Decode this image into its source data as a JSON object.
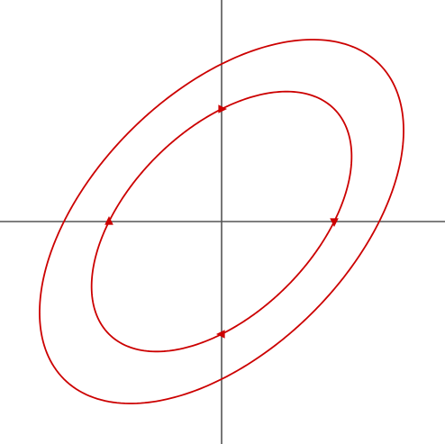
{
  "chart_data": {
    "type": "line",
    "title": "",
    "xlabel": "",
    "ylabel": "",
    "xlim": [
      -4,
      4
    ],
    "ylim": [
      -4,
      4
    ],
    "grid": false,
    "axes_color": "#555555",
    "series": [
      {
        "kind": "ellipse",
        "center": [
          0,
          0
        ],
        "x_intercepts": [
          -2.0,
          2.0
        ],
        "y_intercepts": [
          -2.0,
          2.0
        ],
        "quad_coeffs": [
          0.25,
          -0.25,
          0.25
        ],
        "orbit_direction": "clockwise",
        "arrows": [
          {
            "at": [
              0,
              2.0
            ],
            "heading": "right"
          },
          {
            "at": [
              2.0,
              0
            ],
            "heading": "down"
          },
          {
            "at": [
              0,
              -2.0
            ],
            "heading": "left"
          },
          {
            "at": [
              -2.0,
              0
            ],
            "heading": "up"
          }
        ],
        "color": "#cc0000"
      },
      {
        "kind": "ellipse",
        "center": [
          0,
          0
        ],
        "x_intercepts": [
          -2.8,
          2.8
        ],
        "y_intercepts": [
          -2.8,
          2.8
        ],
        "quad_coeffs": [
          0.1276,
          -0.1276,
          0.1276
        ],
        "orbit_direction": "clockwise",
        "arrows": [],
        "color": "#cc0000"
      }
    ]
  }
}
